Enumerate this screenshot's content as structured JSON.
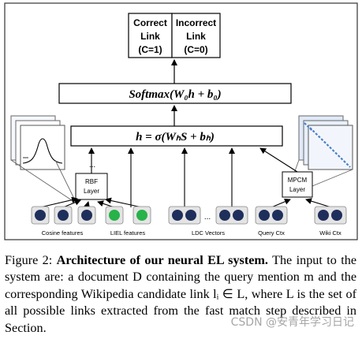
{
  "figure": {
    "output": {
      "correct_link": [
        "Correct",
        "Link",
        "(C=1)"
      ],
      "incorrect_link": [
        "Incorrect",
        "Link",
        "(C=0)"
      ]
    },
    "softmax_formula": "Softmax(W₀h + b₀)",
    "hidden_formula": "h = σ(WₕS + bₕ)",
    "rbf_layer": [
      "RBF",
      "Layer"
    ],
    "mpcm_layer": [
      "MPCM",
      "Layer"
    ],
    "ellipsis": "...",
    "input_labels": {
      "cosine": "Cosine features",
      "lilel": "LIEL features",
      "ldc": "LDC Vectors",
      "query_ctx": "Query Ctx",
      "wiki_ctx": "Wiki Ctx"
    },
    "colors": {
      "node_dark": "#1f2f5c",
      "node_green": "#27b24a",
      "input_box_fill": "#e4e4e4",
      "thumb_fill": "#dfe9f7",
      "frame_stroke": "#333333",
      "dotted_line": "#4a7fc4"
    }
  },
  "caption": {
    "prefix": "Figure 2:",
    "title": "Architecture of our neural EL system.",
    "body": "The input to the system are: a document D containing the query mention m and the corresponding Wikipedia candidate link lᵢ ∈ L, where L is the set of all possible links extracted from the fast match step described in Section"
  },
  "watermark": "CSDN @安青年学习日记"
}
